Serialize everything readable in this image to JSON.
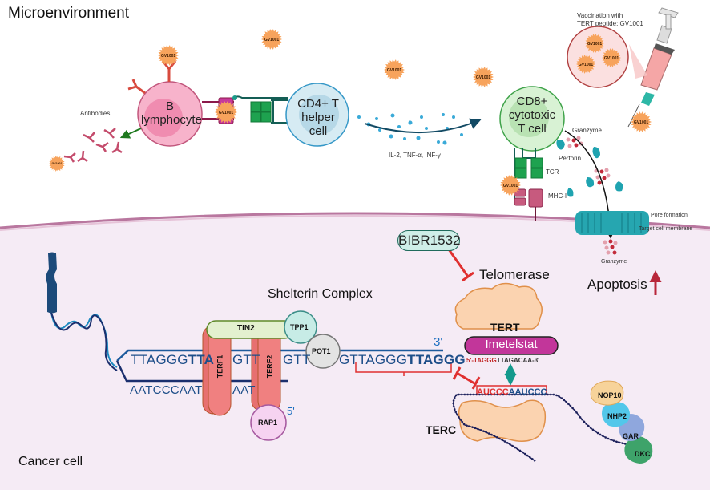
{
  "sections": {
    "top_title": "Microenvironment",
    "bottom_title": "Cancer cell"
  },
  "colors": {
    "cancer_cell_bg": "#f5ebf5",
    "membrane": "#b9779f",
    "gv1001": "#f7a35c",
    "b_cell": "#f4a3c0",
    "cd4_cell": "#c9e3ee",
    "cd8_cell": "#cdeccb",
    "inhibitor_red": "#e03030",
    "dna_blue": "#1d4e89",
    "imetelstat": "#c2369a",
    "bibr_box": "#cfeee8",
    "tert_body": "#fbd3b0",
    "terf": "#f08080",
    "tin2": "#e3f0cf",
    "tpp1": "#c7ece6",
    "pot1": "#e3e3e3",
    "rap1": "#f6d3f1",
    "nop10": "#f7d39a",
    "nhp2": "#52c7ea",
    "gar": "#8fa7dd",
    "dkc": "#3ea36a",
    "teal_arrow": "#14998c"
  },
  "microenvironment": {
    "b_cell_label": "B lymphocyte",
    "b_cell_line1": "B",
    "b_cell_line2": "lymphocyte",
    "cd4_line1": "CD4+ T",
    "cd4_line2": "helper",
    "cd4_line3": "cell",
    "cd8_line1": "CD8+",
    "cd8_line2": "cytotoxic",
    "cd8_line3": "T cell",
    "antibodies_label": "Antibodies",
    "cytokines_label": "IL-2, TNF-α, INF-γ",
    "vaccination_line1": "Vaccination with",
    "vaccination_line2": "TERT peptide: GV1001",
    "peptide_label": "GV1001",
    "granzyme_label": "Granzyme",
    "perforin_label": "Perforin",
    "tcr_label": "TCR",
    "mhc_label": "MHC-I",
    "pore_label": "Pore formation",
    "membrane_label": "Target cell membrane"
  },
  "cancer_cell": {
    "bibr_label": "BIBR1532",
    "telomerase_label": "Telomerase",
    "apoptosis_label": "Apoptosis",
    "granzyme_label": "Granzyme",
    "shelterin_label": "Shelterin Complex",
    "tin2": "TIN2",
    "tpp1": "TPP1",
    "pot1": "POT1",
    "terf1": "TERF1",
    "terf2": "TERF2",
    "rap1": "RAP1",
    "tert": "TERT",
    "imetelstat": "Imetelstat",
    "imetelstat_seq_red": "5'-TAGGG",
    "imetelstat_seq_dark": "TTAGACAA-3'",
    "terc": "TERC",
    "terc_seq_red": "AUCCC",
    "terc_seq_blue": "AAUCCC",
    "nop10": "NOP10",
    "nhp2": "NHP2",
    "gar": "GAR",
    "dkc": "DKC",
    "three_prime": "3'",
    "five_prime": "5'",
    "top_strand_seq": "TTAGGGTTAGGGTTAGGGTTAGGGTTAGGGTTAGGG",
    "top_strand_tail": "TTAGGG",
    "top_strand_tail_bold": "TTAGGG",
    "bottom_strand_seq": "AATCCCAATCCCAAT"
  }
}
